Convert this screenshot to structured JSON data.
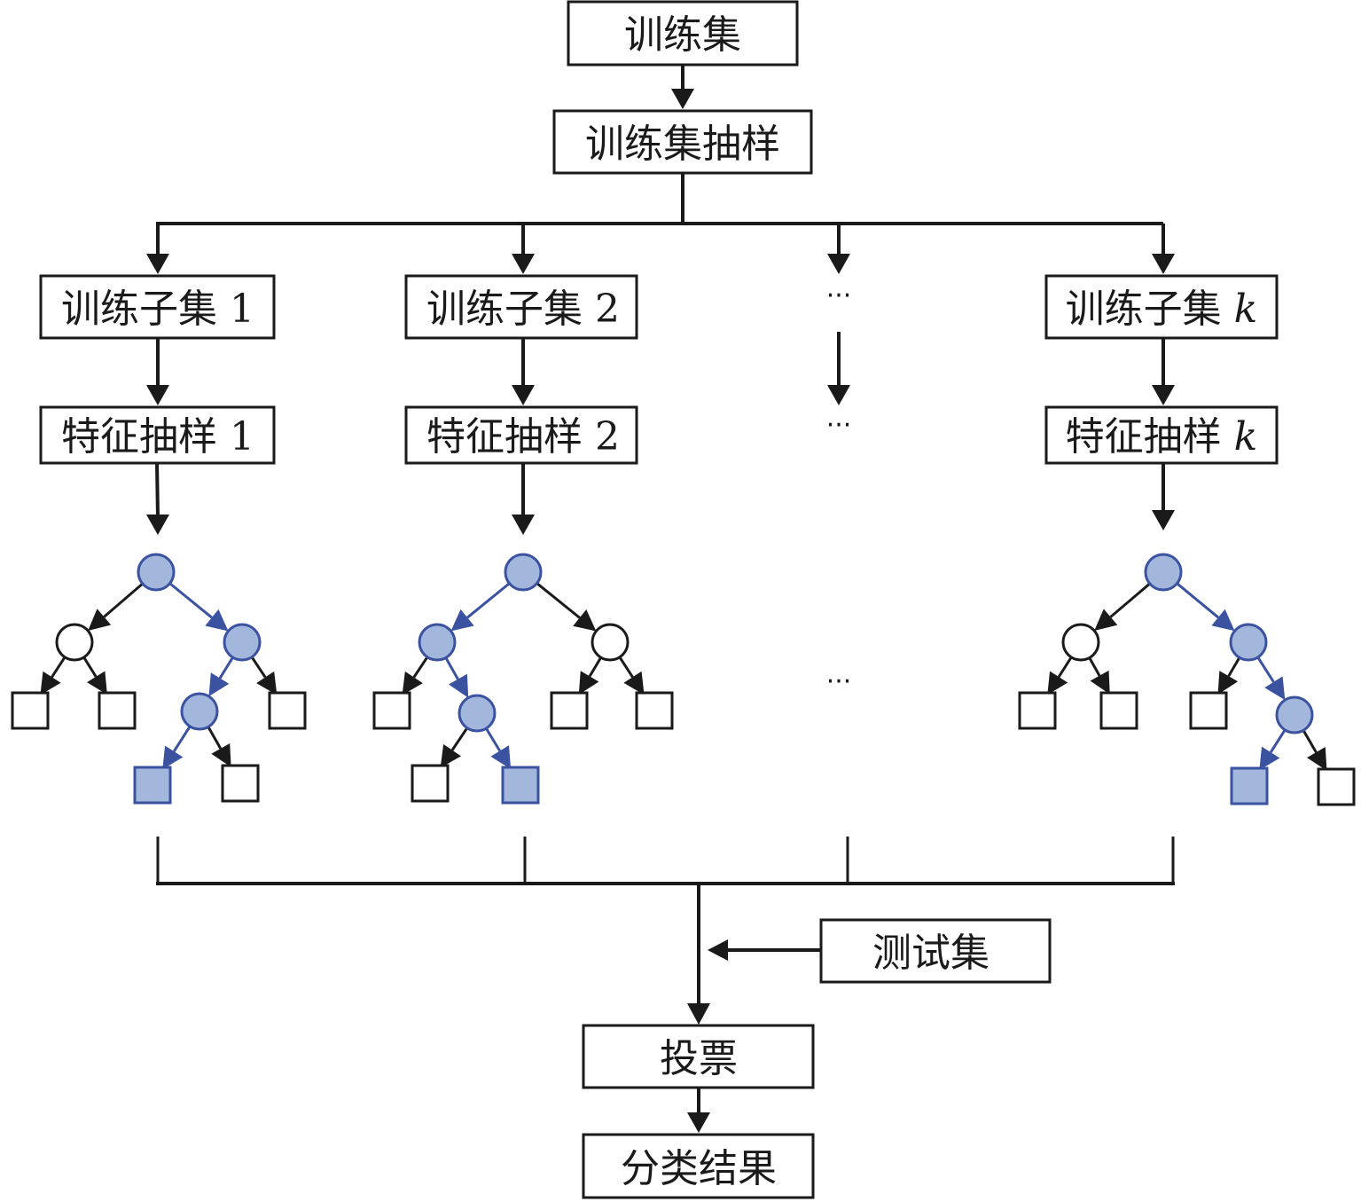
{
  "colors": {
    "line": "#1a1a1a",
    "highlight_fill": "#a3b6dc",
    "highlight_stroke": "#3a52a0",
    "node_fill": "#ffffff"
  },
  "boxes": {
    "training_set": "训练集",
    "training_set_sampling": "训练集抽样",
    "test_set": "测试集",
    "voting": "投票",
    "classification_result": "分类结果"
  },
  "branches": [
    {
      "subset_label": "训练子集",
      "feature_label": "特征抽样",
      "index": "1",
      "index_italic": false
    },
    {
      "subset_label": "训练子集",
      "feature_label": "特征抽样",
      "index": "2",
      "index_italic": false
    },
    {
      "subset_label": "训练子集",
      "feature_label": "特征抽样",
      "index": "k",
      "index_italic": true
    }
  ],
  "ellipsis": "···",
  "trees": [
    {
      "name": "tree-1",
      "nodes": [
        {
          "id": "r",
          "type": "circle",
          "highlight": true
        },
        {
          "id": "a",
          "type": "circle",
          "highlight": false
        },
        {
          "id": "b",
          "type": "circle",
          "highlight": true
        },
        {
          "id": "a1",
          "type": "leaf",
          "highlight": false
        },
        {
          "id": "a2",
          "type": "leaf",
          "highlight": false
        },
        {
          "id": "c",
          "type": "circle",
          "highlight": true
        },
        {
          "id": "b2",
          "type": "leaf",
          "highlight": false
        },
        {
          "id": "c1",
          "type": "leaf",
          "highlight": true
        },
        {
          "id": "c2",
          "type": "leaf",
          "highlight": false
        }
      ],
      "edges": [
        {
          "from": "r",
          "to": "a",
          "highlight": false
        },
        {
          "from": "r",
          "to": "b",
          "highlight": true
        },
        {
          "from": "a",
          "to": "a1",
          "highlight": false
        },
        {
          "from": "a",
          "to": "a2",
          "highlight": false
        },
        {
          "from": "b",
          "to": "c",
          "highlight": true
        },
        {
          "from": "b",
          "to": "b2",
          "highlight": false
        },
        {
          "from": "c",
          "to": "c1",
          "highlight": true
        },
        {
          "from": "c",
          "to": "c2",
          "highlight": false
        }
      ]
    },
    {
      "name": "tree-2",
      "nodes": [
        {
          "id": "r",
          "type": "circle",
          "highlight": true
        },
        {
          "id": "a",
          "type": "circle",
          "highlight": true
        },
        {
          "id": "b",
          "type": "circle",
          "highlight": false
        },
        {
          "id": "a1",
          "type": "leaf",
          "highlight": false
        },
        {
          "id": "c",
          "type": "circle",
          "highlight": true
        },
        {
          "id": "b1",
          "type": "leaf",
          "highlight": false
        },
        {
          "id": "b2",
          "type": "leaf",
          "highlight": false
        },
        {
          "id": "c1",
          "type": "leaf",
          "highlight": false
        },
        {
          "id": "c2",
          "type": "leaf",
          "highlight": true
        }
      ],
      "edges": [
        {
          "from": "r",
          "to": "a",
          "highlight": true
        },
        {
          "from": "r",
          "to": "b",
          "highlight": false
        },
        {
          "from": "a",
          "to": "a1",
          "highlight": false
        },
        {
          "from": "a",
          "to": "c",
          "highlight": true
        },
        {
          "from": "b",
          "to": "b1",
          "highlight": false
        },
        {
          "from": "b",
          "to": "b2",
          "highlight": false
        },
        {
          "from": "c",
          "to": "c1",
          "highlight": false
        },
        {
          "from": "c",
          "to": "c2",
          "highlight": true
        }
      ]
    },
    {
      "name": "tree-k",
      "nodes": [
        {
          "id": "r",
          "type": "circle",
          "highlight": true
        },
        {
          "id": "a",
          "type": "circle",
          "highlight": false
        },
        {
          "id": "b",
          "type": "circle",
          "highlight": true
        },
        {
          "id": "a1",
          "type": "leaf",
          "highlight": false
        },
        {
          "id": "a2",
          "type": "leaf",
          "highlight": false
        },
        {
          "id": "b1",
          "type": "leaf",
          "highlight": false
        },
        {
          "id": "c",
          "type": "circle",
          "highlight": true
        },
        {
          "id": "c1",
          "type": "leaf",
          "highlight": true
        },
        {
          "id": "c2",
          "type": "leaf",
          "highlight": false
        }
      ],
      "edges": [
        {
          "from": "r",
          "to": "a",
          "highlight": false
        },
        {
          "from": "r",
          "to": "b",
          "highlight": true
        },
        {
          "from": "a",
          "to": "a1",
          "highlight": false
        },
        {
          "from": "a",
          "to": "a2",
          "highlight": false
        },
        {
          "from": "b",
          "to": "b1",
          "highlight": false
        },
        {
          "from": "b",
          "to": "c",
          "highlight": true
        },
        {
          "from": "c",
          "to": "c1",
          "highlight": true
        },
        {
          "from": "c",
          "to": "c2",
          "highlight": false
        }
      ]
    }
  ]
}
